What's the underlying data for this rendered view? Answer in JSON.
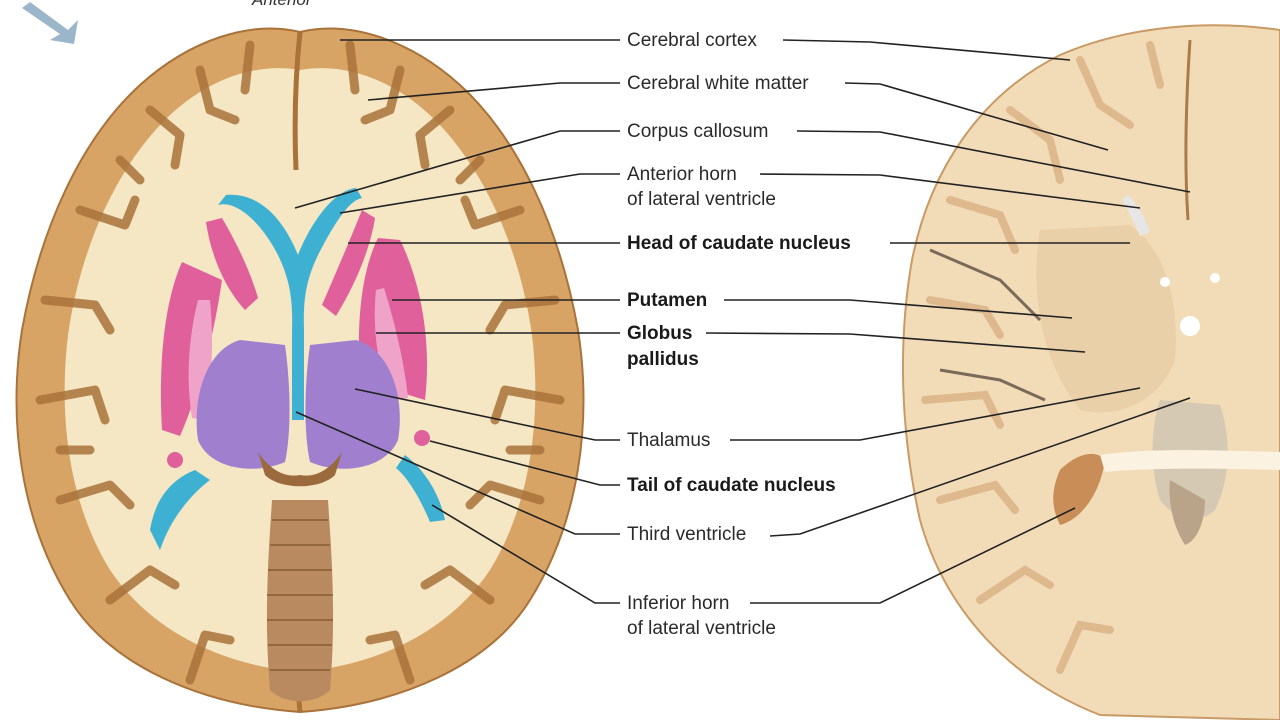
{
  "orientation_label": "Anterior",
  "labels": {
    "cerebral_cortex": "Cerebral cortex",
    "cerebral_white_matter": "Cerebral white matter",
    "corpus_callosum": "Corpus callosum",
    "anterior_horn_1": "Anterior horn",
    "anterior_horn_2": "of lateral ventricle",
    "head_caudate": "Head of caudate nucleus",
    "putamen": "Putamen",
    "globus_1": "Globus",
    "globus_2": "pallidus",
    "thalamus": "Thalamus",
    "tail_caudate": "Tail of caudate nucleus",
    "third_ventricle": "Third ventricle",
    "inferior_horn_1": "Inferior horn",
    "inferior_horn_2": "of lateral ventricle"
  },
  "colors": {
    "cortex": "#d7a466",
    "white_matter": "#f5e6c4",
    "ventricle": "#3eb1d3",
    "caudate_putamen": "#e0609c",
    "globus_pallidus": "#efa3c8",
    "thalamus": "#a07fcf",
    "brainstem": "#b98a5f",
    "photo_tissue": "#f2dcb7",
    "leader_line": "#222222"
  }
}
